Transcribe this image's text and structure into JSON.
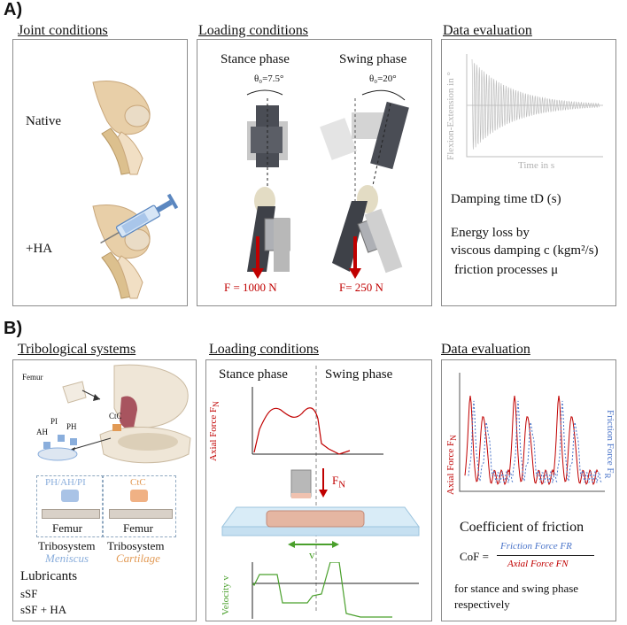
{
  "section_a": {
    "label": "A)",
    "joint_conditions": {
      "heading": "Joint conditions",
      "native_label": "Native",
      "ha_label": "+HA"
    },
    "loading_conditions": {
      "heading": "Loading conditions",
      "stance_title": "Stance phase",
      "swing_title": "Swing phase",
      "stance_angle": "θ₀=7.5°",
      "swing_angle": "θ₀=20°",
      "stance_force": "F = 1000 N",
      "swing_force": "F= 250 N"
    },
    "data_evaluation": {
      "heading": "Data evaluation",
      "chart_ylabel": "Flexion-Extension in °",
      "chart_xlabel": "Time in s",
      "damping_time": "Damping time tD (s)",
      "energy_loss": "Energy loss by",
      "viscous_damping": "viscous damping c (kgm²/s)",
      "friction_processes": "friction processes μ"
    }
  },
  "section_b": {
    "label": "B)",
    "tribological_systems": {
      "heading": "Tribological systems",
      "femur_label": "Femur",
      "ctc_label": "CtC",
      "pi_label": "PI",
      "ah_label": "AH",
      "ph_label": "PH",
      "box1_top": "PH/AH/PI",
      "box2_top": "CtC",
      "box1_bottom": "Femur",
      "box2_bottom": "Femur",
      "tribosystem1": "Tribosystem",
      "tribosystem2": "Tribosystem",
      "meniscus": "Meniscus",
      "cartilage": "Cartilage",
      "lubricants": "Lubricants",
      "ssf": "sSF",
      "ssf_ha": "sSF + HA"
    },
    "loading_conditions": {
      "heading": "Loading conditions",
      "stance_title": "Stance phase",
      "swing_title": "Swing phase",
      "axial_force_label": "Axial Force F",
      "axial_force_sub": "N",
      "fn_label": "F",
      "fn_sub": "N",
      "v_label": "v",
      "velocity_label": "Velocity v"
    },
    "data_evaluation": {
      "heading": "Data evaluation",
      "axial_force_label": "Axial Force F",
      "axial_force_sub": "N",
      "friction_force_label": "Friction Force F",
      "friction_force_sub": "R",
      "cof_title": "Coefficient of friction",
      "cof_lhs": "CoF =",
      "cof_numerator": "Friction Force FR",
      "cof_denominator": "Axial Force FN",
      "cof_note1": "for stance and swing phase",
      "cof_note2": "respectively"
    }
  },
  "colors": {
    "red": "#c00000",
    "green": "#4aa02c",
    "blue": "#4a74c9",
    "meniscus_blue": "#8aaedc",
    "cartilage_orange": "#e29a55",
    "panel_border": "#8c8c8c"
  }
}
